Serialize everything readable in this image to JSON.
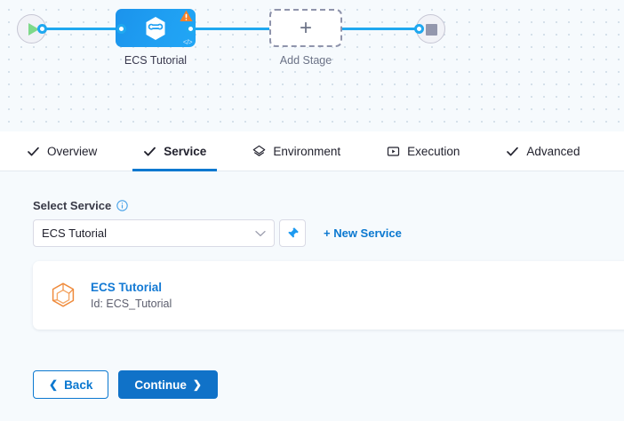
{
  "pipeline": {
    "start_node": {
      "icon": "play-icon",
      "label": ""
    },
    "stage": {
      "label": "ECS Tutorial",
      "icon": "harness-hexagon-icon",
      "warning_icon": "warning-triangle-icon",
      "code_icon": "code-brackets-icon"
    },
    "add_stage": {
      "label": "Add Stage",
      "icon": "plus-icon"
    },
    "end_node": {
      "icon": "stop-square-icon"
    }
  },
  "tabs": [
    {
      "label": "Overview",
      "icon": "check-icon",
      "active": false
    },
    {
      "label": "Service",
      "icon": "check-icon",
      "active": true
    },
    {
      "label": "Environment",
      "icon": "layers-icon",
      "active": false
    },
    {
      "label": "Execution",
      "icon": "play-box-icon",
      "active": false
    },
    {
      "label": "Advanced",
      "icon": "check-icon",
      "active": false
    }
  ],
  "form": {
    "select_service_label": "Select Service",
    "info_icon": "info-icon",
    "service_select_value": "ECS Tutorial",
    "chevron_icon": "chevron-down-icon",
    "pin_icon": "pin-icon",
    "new_service_label": "+ New Service"
  },
  "service_card": {
    "icon": "cube-hexagon-icon",
    "name": "ECS Tutorial",
    "id": "Id: ECS_Tutorial"
  },
  "footer": {
    "back_label": "Back",
    "back_icon": "chevron-left-icon",
    "continue_label": "Continue",
    "continue_icon": "chevron-right-icon"
  },
  "colors": {
    "accent_blue": "#0b78d0",
    "node_blue": "#1f9ff2",
    "wire_blue": "#1fa8f0",
    "warning_orange": "#f4812a",
    "play_green": "#7ed98a",
    "service_icon_orange": "#ef8b3c",
    "canvas_bg": "#f6fafd"
  }
}
